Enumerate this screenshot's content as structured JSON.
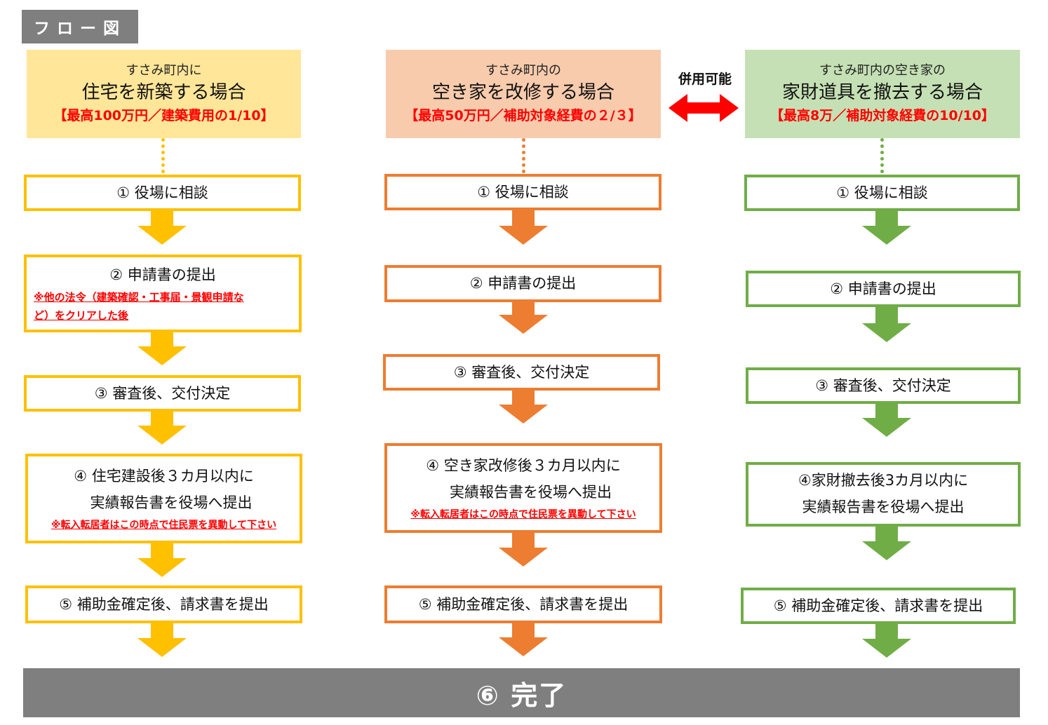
{
  "title": "フロー図",
  "combo_label": "併用可能",
  "final_label": "⑥ 完了",
  "columns": [
    {
      "sub": "すさみ町内に",
      "main": "住宅を新築する場合",
      "amount": "【最高100万円／建築費用の1/10】",
      "steps": [
        {
          "lines": [
            "① 役場に相談"
          ]
        },
        {
          "lines": [
            "② 申請書の提出"
          ],
          "note": [
            "※他の法令（建築確認・工事届・景観申請な",
            "ど）をクリアした後"
          ]
        },
        {
          "lines": [
            "③ 審査後、交付決定"
          ]
        },
        {
          "lines": [
            "④ 住宅建設後３カ月以内に",
            "　実績報告書を役場へ提出"
          ],
          "note": [
            "※転入転居者はこの時点で住民票を異動して下さい"
          ]
        },
        {
          "lines": [
            "⑤ 補助金確定後、請求書を提出"
          ]
        }
      ]
    },
    {
      "sub": "すさみ町内の",
      "main": "空き家を改修する場合",
      "amount": "【最高50万円／補助対象経費の２/３】",
      "steps": [
        {
          "lines": [
            "① 役場に相談"
          ]
        },
        {
          "lines": [
            "② 申請書の提出"
          ]
        },
        {
          "lines": [
            "③ 審査後、交付決定"
          ]
        },
        {
          "lines": [
            "④ 空き家改修後３カ月以内に",
            "　実績報告書を役場へ提出"
          ],
          "note": [
            "※転入転居者はこの時点で住民票を異動して下さい"
          ]
        },
        {
          "lines": [
            "⑤ 補助金確定後、請求書を提出"
          ]
        }
      ]
    },
    {
      "sub": "すさみ町内の空き家の",
      "main": "家財道具を撤去する場合",
      "amount": "【最高8万／補助対象経費の10/10】",
      "steps": [
        {
          "lines": [
            "① 役場に相談"
          ]
        },
        {
          "lines": [
            "② 申請書の提出"
          ]
        },
        {
          "lines": [
            "③ 審査後、交付決定"
          ]
        },
        {
          "lines": [
            "④家財撤去後3カ月以内に",
            "実績報告書を役場へ提出"
          ]
        },
        {
          "lines": [
            "⑤ 補助金確定後、請求書を提出"
          ]
        }
      ]
    }
  ],
  "colors": {
    "yellow": "#ffc000",
    "orange": "#ed7d31",
    "green": "#70ad47",
    "yellow_fill": "#ffe699",
    "orange_fill": "#f8cbad",
    "green_fill": "#c5e0b4",
    "combo_arrow": "#ff0000",
    "final_fill": "#7f7f7f"
  }
}
